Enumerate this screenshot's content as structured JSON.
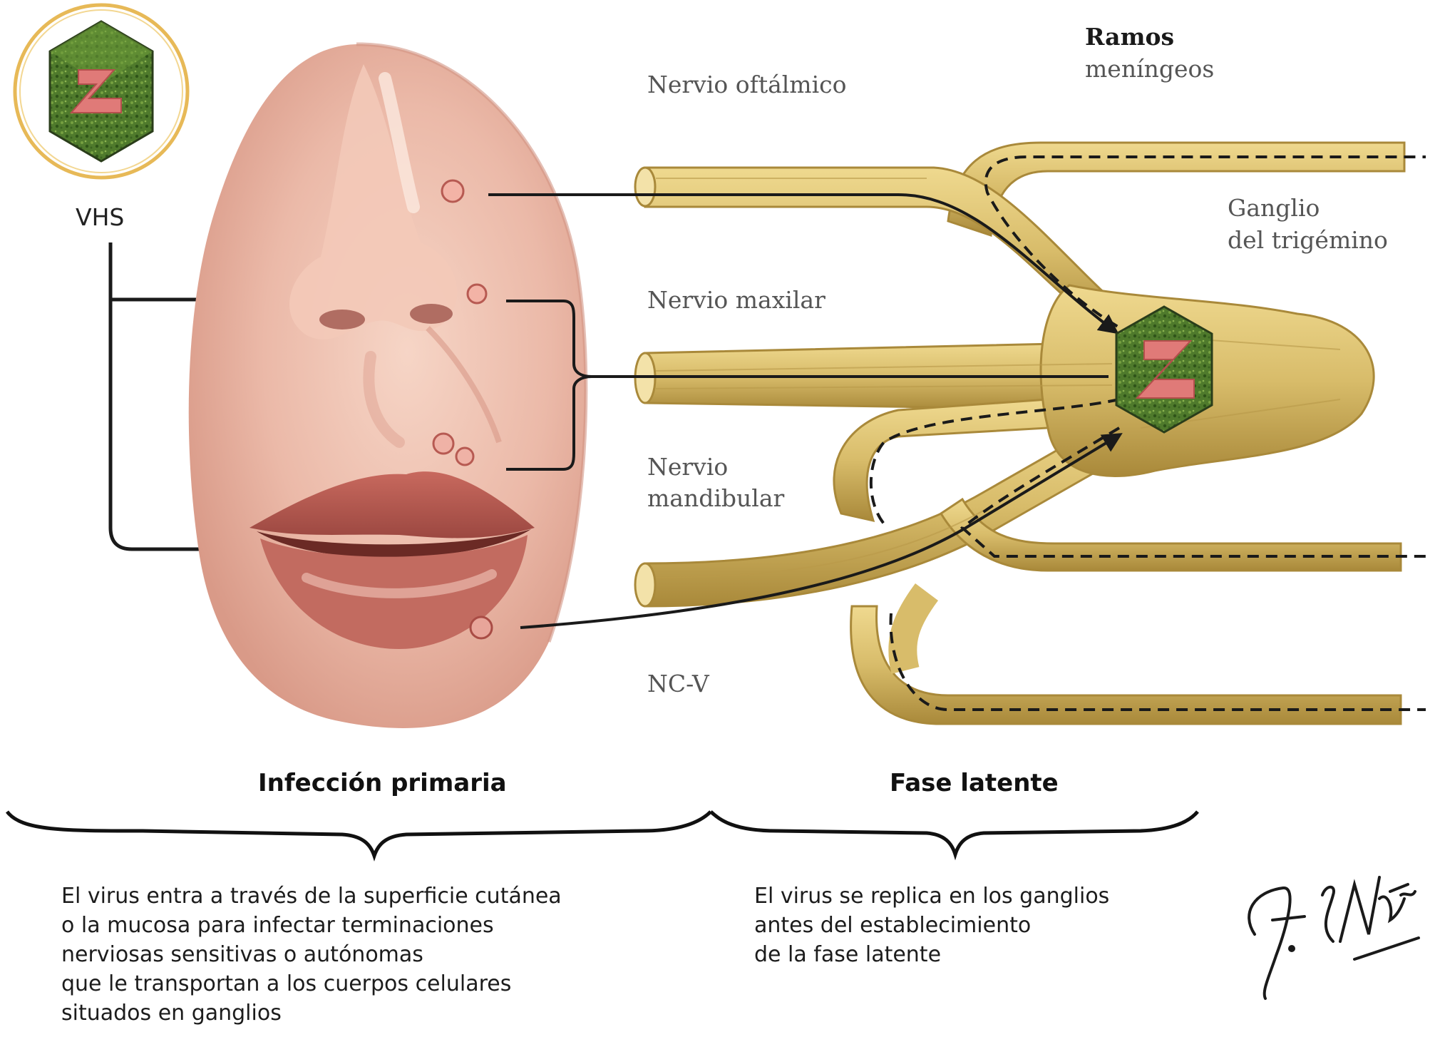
{
  "virus": {
    "label": "VHS"
  },
  "nerves": {
    "ophthalmic": "Nervio oftálmico",
    "maxillary": "Nervio maxilar",
    "mandibular_line1": "Nervio",
    "mandibular_line2": "mandibular",
    "cn5": "NC-V"
  },
  "meningeal": {
    "line1": "Ramos",
    "line2": "meníngeos"
  },
  "ganglion": {
    "line1": "Ganglio",
    "line2": "del trigémino"
  },
  "phases": {
    "primary": {
      "title": "Infección primaria",
      "description": [
        "El virus entra a través de la superficie cutánea",
        "o la mucosa para infectar terminaciones",
        "nerviosas sensitivas o autónomas",
        "que le transportan a los cuerpos celulares",
        "situados en ganglios"
      ]
    },
    "latent": {
      "title": "Fase latente",
      "description": [
        "El virus se replica en los ganglios",
        "antes del establecimiento",
        "de la fase latente"
      ]
    }
  },
  "signature": "F. Netter M.D.",
  "colors": {
    "skin": "#e9b3a3",
    "lips": "#b8594f",
    "nerve": "#d8bc6a",
    "nerve_shadow": "#a9893a",
    "virus_green": "#4f7a2c",
    "virus_pink": "#e07a78"
  }
}
